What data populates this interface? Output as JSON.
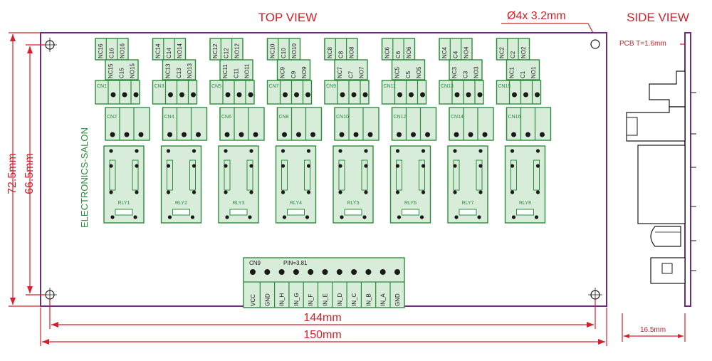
{
  "titles": {
    "top_view": "TOP VIEW",
    "side_view": "SIDE VIEW"
  },
  "holes": {
    "label": "Ø4x 3.2mm"
  },
  "pcb": {
    "thickness": "PCB T=1.6mm"
  },
  "dimensions": {
    "inner_width": "144mm",
    "outer_width": "150mm",
    "inner_height": "66.5mm",
    "outer_height": "72.5mm",
    "side_depth": "16.5mm"
  },
  "brand": "ELECTRONICS-SALON",
  "relays": [
    {
      "rly": "RLY1",
      "cn_a": "CN1",
      "cn_b": "CN2",
      "top": [
        "NC16",
        "C16",
        "NO16"
      ],
      "mid": [
        "NC15",
        "C15",
        "NO15"
      ]
    },
    {
      "rly": "RLY2",
      "cn_a": "CN3",
      "cn_b": "CN4",
      "top": [
        "NC14",
        "C14",
        "NO14"
      ],
      "mid": [
        "NC13",
        "C13",
        "NO13"
      ]
    },
    {
      "rly": "RLY3",
      "cn_a": "CN5",
      "cn_b": "CN6",
      "top": [
        "NC12",
        "C12",
        "NO12"
      ],
      "mid": [
        "NC11",
        "C11",
        "NO11"
      ]
    },
    {
      "rly": "RLY4",
      "cn_a": "CN7",
      "cn_b": "CN8",
      "top": [
        "NC10",
        "C10",
        "NO10"
      ],
      "mid": [
        "NC9",
        "C9",
        "NO9"
      ]
    },
    {
      "rly": "RLY5",
      "cn_a": "CN9",
      "cn_b": "CN10",
      "top": [
        "NC8",
        "C8",
        "NO8"
      ],
      "mid": [
        "NC7",
        "C7",
        "NO7"
      ]
    },
    {
      "rly": "RLY6",
      "cn_a": "CN11",
      "cn_b": "CN12",
      "top": [
        "NC6",
        "C6",
        "NO6"
      ],
      "mid": [
        "NC5",
        "C5",
        "NO5"
      ]
    },
    {
      "rly": "RLY7",
      "cn_a": "CN13",
      "cn_b": "CN14",
      "top": [
        "NC4",
        "C4",
        "NO4"
      ],
      "mid": [
        "NC3",
        "C3",
        "NO3"
      ]
    },
    {
      "rly": "RLY8",
      "cn_a": "CN15",
      "cn_b": "CN16",
      "top": [
        "NC2",
        "C2",
        "NO2"
      ],
      "mid": [
        "NC1",
        "C1",
        "NO1"
      ]
    }
  ],
  "input_header": {
    "name": "CN9",
    "pitch": "PIN=3.81",
    "pins": [
      "VCC",
      "GND",
      "IN_H",
      "IN_G",
      "IN_F",
      "IN_E",
      "IN_D",
      "IN_C",
      "IN_B",
      "IN_A",
      "GND"
    ]
  },
  "colors": {
    "dimension": "#d3202a",
    "pcb_outline": "#6b2f7a",
    "silkscreen": "#2e8b3d"
  }
}
